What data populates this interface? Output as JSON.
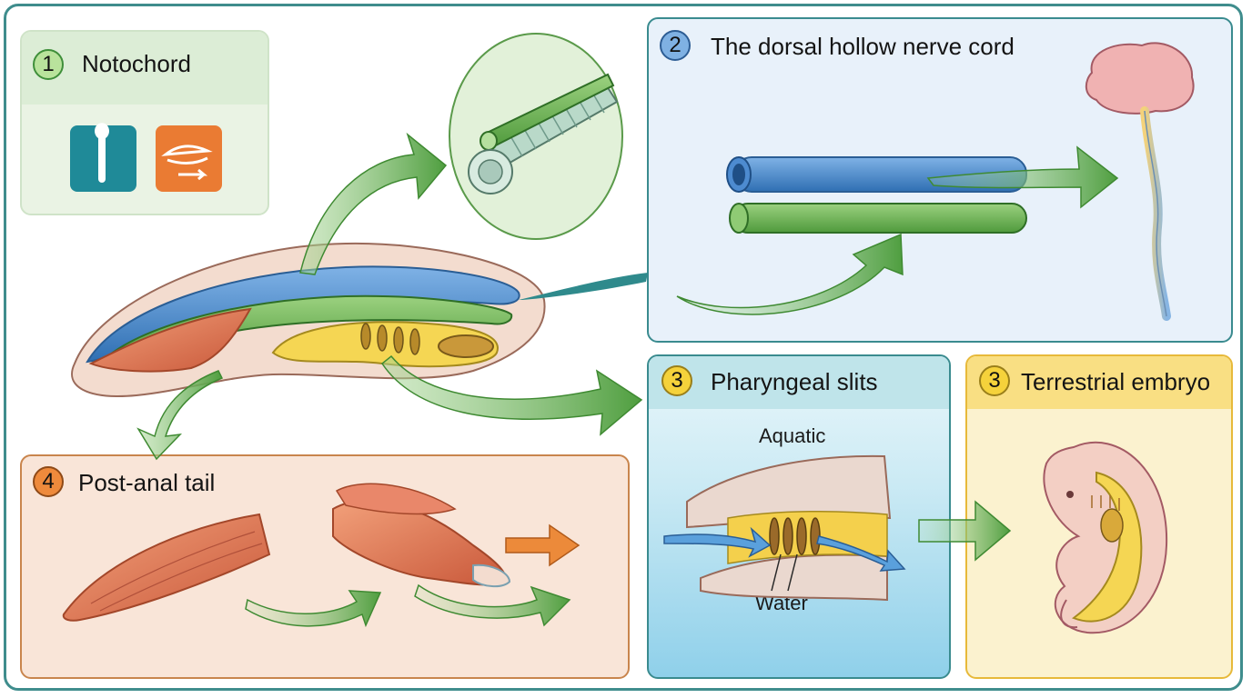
{
  "panels": {
    "notochord": {
      "number": "1",
      "title": "Notochord"
    },
    "nerve_cord": {
      "number": "2",
      "title": "The dorsal hollow nerve cord"
    },
    "pharyngeal_slits": {
      "number": "3",
      "title": "Pharyngeal slits",
      "label_top": "Aquatic",
      "label_bottom": "Water"
    },
    "terrestrial_embryo": {
      "number": "3",
      "title": "Terrestrial embryo"
    },
    "post_anal_tail": {
      "number": "4",
      "title": "Post-anal tail"
    }
  },
  "colors": {
    "frame": "#3f8d8d",
    "notochord_green": "#6fb55a",
    "nerve_blue": "#4a86c8",
    "pharynx_yellow": "#f2d34f",
    "muscle_orange": "#e0764a",
    "arrow_green": "#5aa84a",
    "arrow_orange": "#e88a3a"
  }
}
